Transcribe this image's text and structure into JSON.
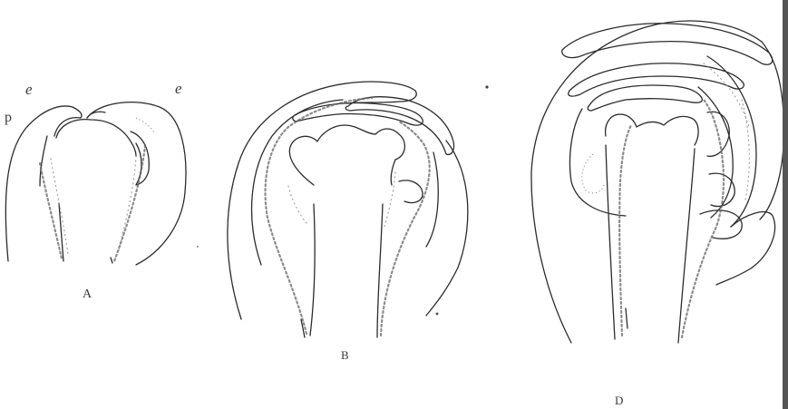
{
  "figures": {
    "a": {
      "label": "A",
      "top_left_label": "e",
      "top_right_label": "e",
      "side_label": "p"
    },
    "b": {
      "label": "B"
    },
    "d": {
      "label": "D"
    }
  },
  "colors": {
    "ink": "#2b2b2b",
    "background": "#ffffff",
    "page_edge": "#555555"
  }
}
